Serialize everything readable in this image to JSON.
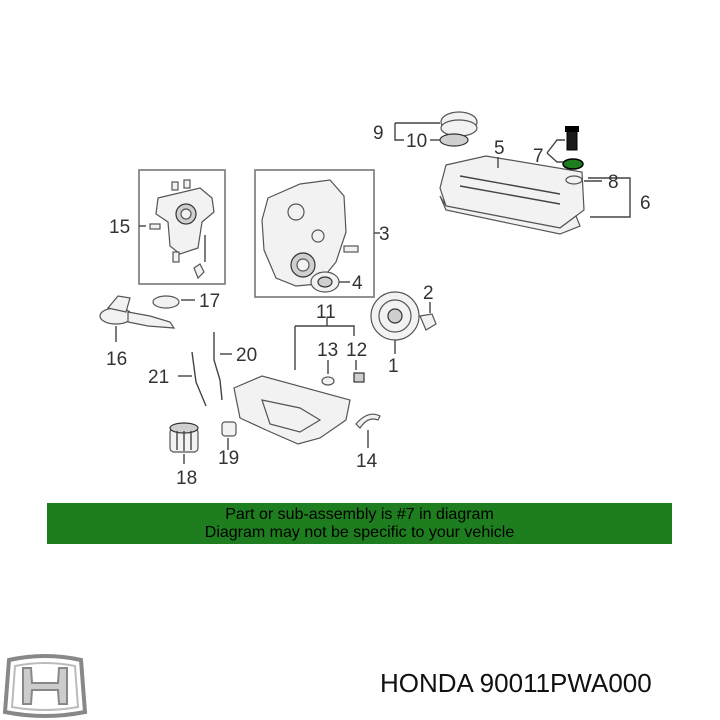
{
  "callouts": {
    "c1": "1",
    "c2": "2",
    "c3": "3",
    "c4": "4",
    "c5": "5",
    "c6": "6",
    "c7": "7",
    "c8": "8",
    "c9": "9",
    "c10": "10",
    "c11": "11",
    "c12": "12",
    "c13": "13",
    "c14": "14",
    "c15": "15",
    "c16": "16",
    "c17": "17",
    "c18": "18",
    "c19": "19",
    "c20": "20",
    "c21": "21"
  },
  "banner": {
    "line1": "Part or sub-assembly is #7 in diagram",
    "line2": "Diagram may not be specific to your vehicle",
    "background": "#1e7d1e"
  },
  "part_label": "HONDA 90011PWA000",
  "highlight_color": "#1e7d1e",
  "logo_icon": "honda-h-logo-icon"
}
